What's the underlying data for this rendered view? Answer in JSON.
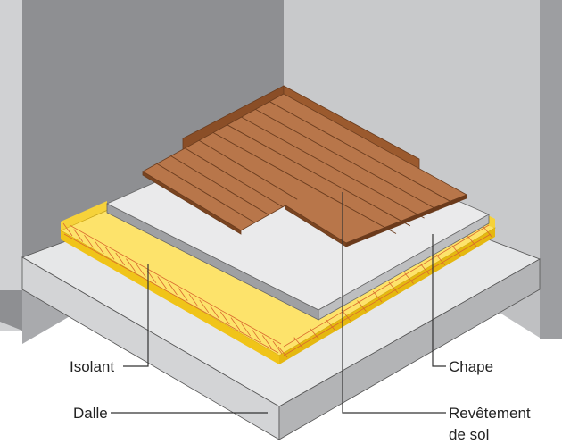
{
  "labels": {
    "isolant": "Isolant",
    "dalle": "Dalle",
    "chape": "Chape",
    "revetement_line1": "Revêtement",
    "revetement_line2": "de sol"
  },
  "colors": {
    "wall_dark": "#8e8f92",
    "wall_light": "#c8c9cb",
    "slab_top": "#e6e7e8",
    "insulation": "#fde36b",
    "insulation_edge": "#e9c21a",
    "mesh": "#d9692e",
    "screed": "#eaeaeb",
    "wood": "#b8764a"
  }
}
